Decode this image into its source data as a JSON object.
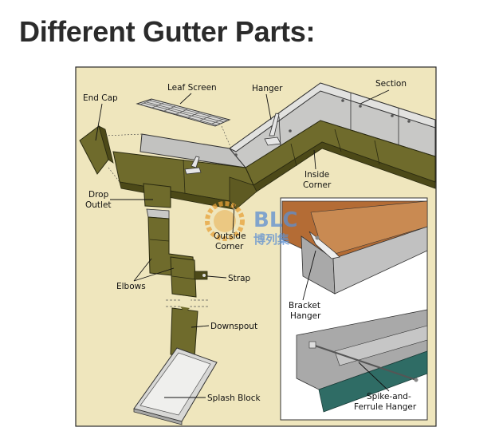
{
  "title": "Different Gutter Parts:",
  "labels": {
    "end_cap": "End Cap",
    "leaf_screen": "Leaf Screen",
    "hanger": "Hanger",
    "section": "Section",
    "inside_corner_1": "Inside",
    "inside_corner_2": "Corner",
    "drop_outlet_1": "Drop",
    "drop_outlet_2": "Outlet",
    "outside_corner_1": "Outside",
    "outside_corner_2": "Corner",
    "elbows": "Elbows",
    "strap": "Strap",
    "downspout": "Downspout",
    "splash_block": "Splash Block",
    "bracket_hanger_1": "Bracket",
    "bracket_hanger_2": "Hanger",
    "spike_ferrule_1": "Spike-and-",
    "spike_ferrule_2": "Ferrule Hanger"
  },
  "watermark": {
    "letters": "BLC",
    "chinese": "博列集"
  },
  "colors": {
    "background": "#efe6bd",
    "gutter_olive": "#6f6b2c",
    "gutter_dark": "#4c4918",
    "metal_gray": "#b9b9b9",
    "wood_brown": "#b46c35",
    "fascia_teal": "#2f6c65",
    "watermark_orange": "#e8a33a",
    "watermark_blue": "#5d8fd1"
  }
}
